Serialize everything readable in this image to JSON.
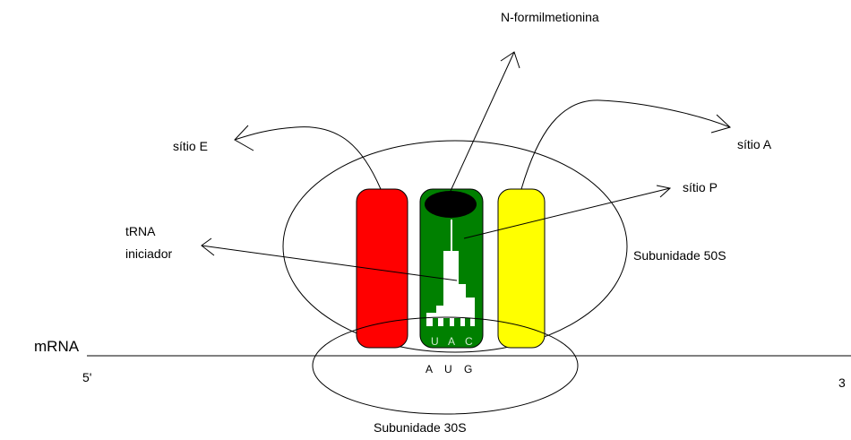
{
  "labels": {
    "n_formil": "N-formilmetionina",
    "sitio_e": "sítio E",
    "sitio_a": "sítio A",
    "sitio_p": "sítio P",
    "trna_line1": "tRNA",
    "trna_line2": "iniciador",
    "sub50": "Subunidade 50S",
    "sub30": "Subunidade 30S",
    "mrna": "mRNA",
    "five_prime": "5'",
    "three_prime": "3"
  },
  "anticodon": [
    "U",
    "A",
    "C"
  ],
  "codon": [
    "A",
    "U",
    "G"
  ],
  "colors": {
    "site_e": "#ff0000",
    "site_p": "#008000",
    "site_a": "#ffff00",
    "amino_acid": "#000000",
    "outline": "#000000"
  }
}
